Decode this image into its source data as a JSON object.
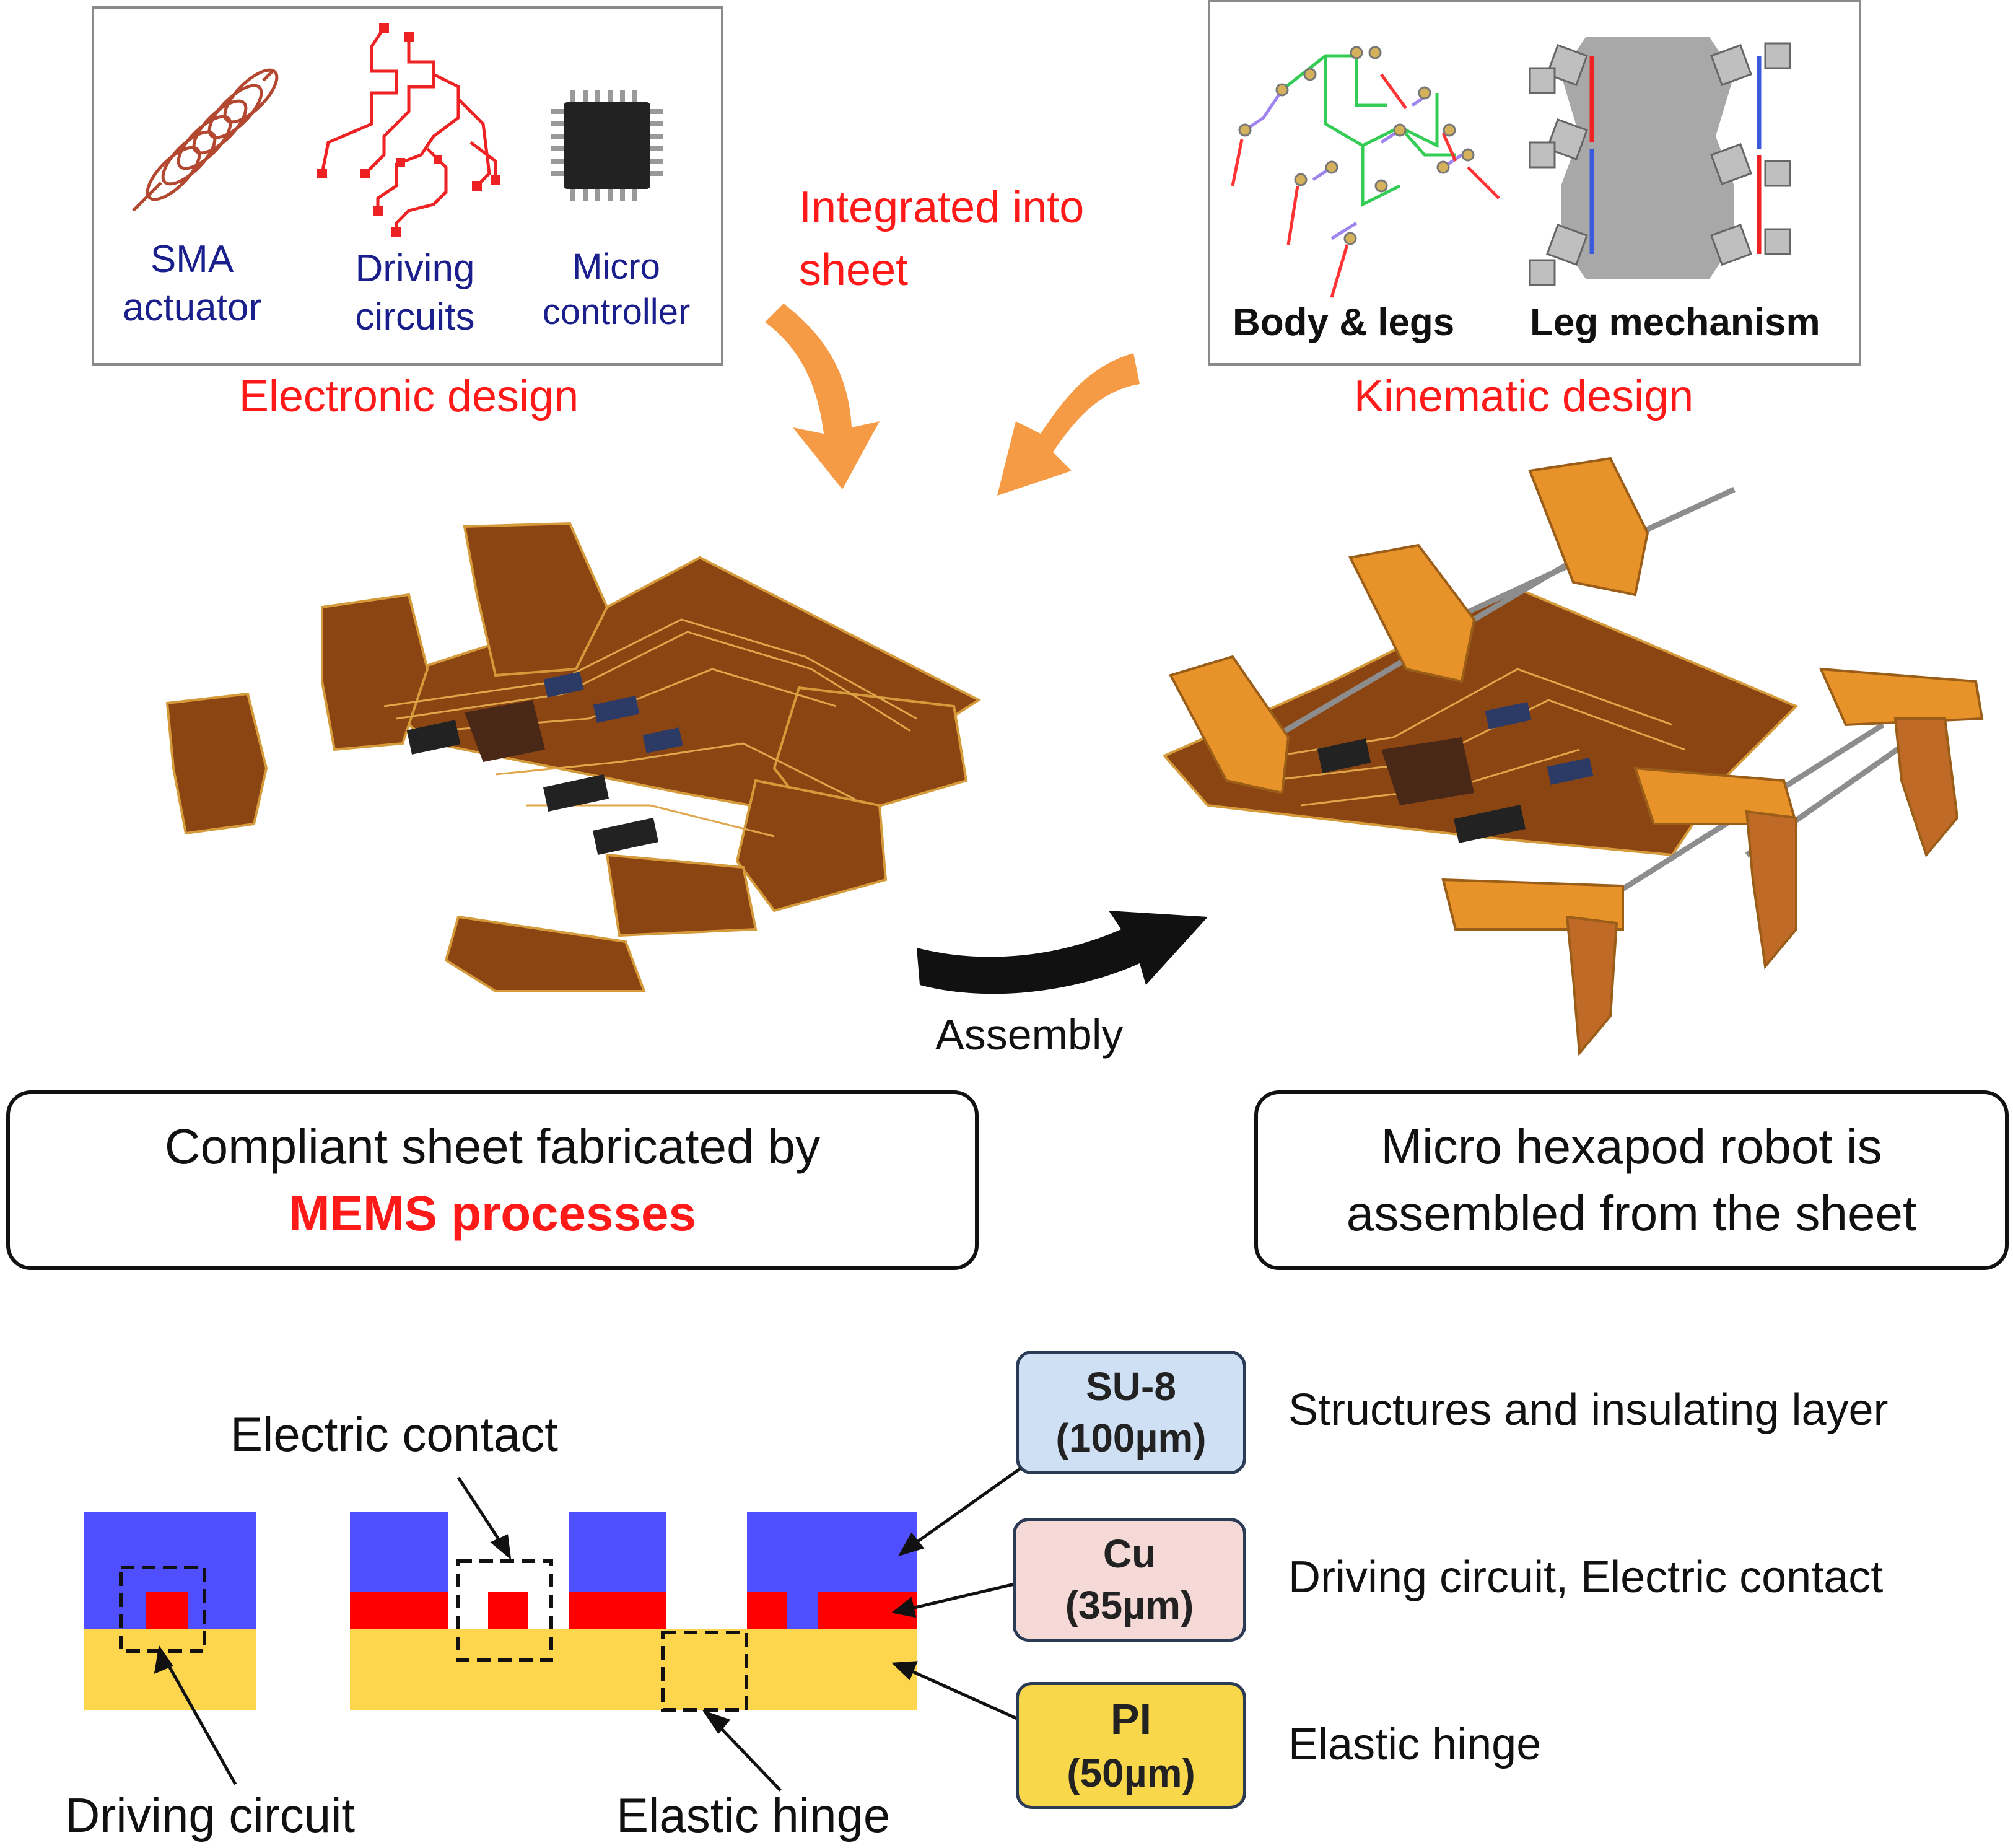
{
  "electronic_panel": {
    "items": [
      {
        "line1": "SMA",
        "line2": "actuator"
      },
      {
        "line1": "Driving",
        "line2": "circuits"
      },
      {
        "line1": "Micro",
        "line2": "controller"
      }
    ],
    "caption": "Electronic design"
  },
  "kinematic_panel": {
    "items": [
      "Body & legs",
      "Leg mechanism"
    ],
    "caption": "Kinematic design"
  },
  "integrated_label": {
    "line1": "Integrated into",
    "line2": "sheet"
  },
  "assembly_label": "Assembly",
  "sheet_box": {
    "line1": "Compliant sheet fabricated by",
    "line2": "MEMS processes"
  },
  "robot_box": {
    "line1": "Micro hexapod robot is",
    "line2": "assembled from the sheet"
  },
  "cross_section": {
    "electric_contact_label": "Electric contact",
    "driving_circuit_label": "Driving circuit",
    "elastic_hinge_label": "Elastic hinge"
  },
  "legend": [
    {
      "material": "SU-8",
      "thickness": "(100µm)",
      "description": "Structures and insulating layer",
      "color": "#cfe0f5"
    },
    {
      "material": "Cu",
      "thickness": "(35µm)",
      "description": "Driving circuit, Electric contact",
      "color": "#f4d9d6"
    },
    {
      "material": "PI",
      "thickness": "(50µm)",
      "description": "Elastic hinge",
      "color": "#f8d84a"
    }
  ],
  "colors": {
    "su8": "#4f4fff",
    "cu": "#ff0000",
    "pi": "#fdd64e",
    "sheet_copper": "#8b4513",
    "arrow_orange": "#f59b45"
  }
}
